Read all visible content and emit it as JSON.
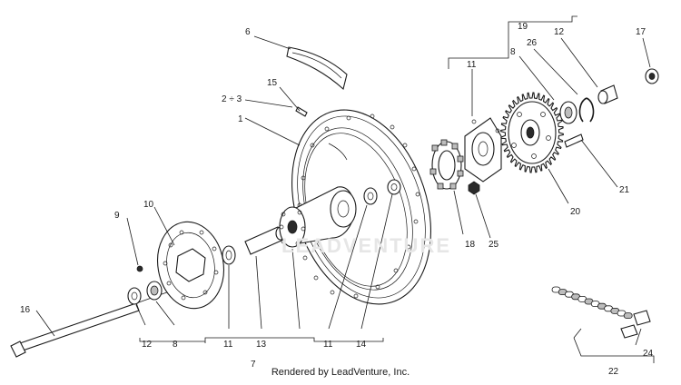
{
  "watermark_text": "LEADVENTURE",
  "credit": "Rendered by LeadVenture, Inc.",
  "callouts": {
    "c1": "1",
    "c2_3": "2 ÷ 3",
    "c6": "6",
    "c7": "7",
    "c8a": "8",
    "c8b": "8",
    "c9": "9",
    "c10": "10",
    "c11a": "11",
    "c11b": "11",
    "c11c": "11",
    "c12a": "12",
    "c12b": "12",
    "c13": "13",
    "c14": "14",
    "c15": "15",
    "c16": "16",
    "c17": "17",
    "c18": "18",
    "c19": "19",
    "c20": "20",
    "c21": "21",
    "c22": "22",
    "c24": "24",
    "c25": "25",
    "c26": "26"
  }
}
